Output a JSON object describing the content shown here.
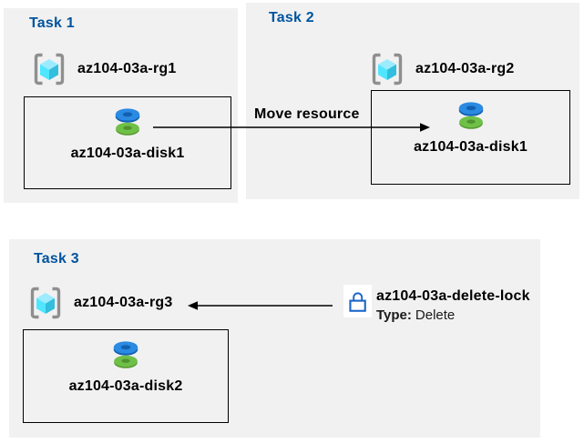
{
  "tasks": [
    {
      "title": "Task 1",
      "resource_group": "az104-03a-rg1",
      "resource": "az104-03a-disk1"
    },
    {
      "title": "Task 2",
      "resource_group": "az104-03a-rg2",
      "resource": "az104-03a-disk1"
    },
    {
      "title": "Task 3",
      "resource_group": "az104-03a-rg3",
      "resource": "az104-03a-disk2"
    }
  ],
  "move_arrow": {
    "label": "Move resource"
  },
  "lock": {
    "name": "az104-03a-delete-lock",
    "type_label": "Type:",
    "type_value": "Delete"
  },
  "icons": {
    "resource_group": "azure-resource-group-icon",
    "disk": "azure-disk-icon",
    "lock": "lock-icon",
    "arrowhead": "arrowhead-icon"
  },
  "colors": {
    "panel_bg": "#f1f1f1",
    "task_title_blue": "#00549e",
    "box_border": "#000000",
    "arrow": "#000000",
    "bracket_gray": "#8f8f8f",
    "cube_light": "#9cebff",
    "cube_mid": "#50e6ff",
    "cube_dark": "#32bedd",
    "disk_blue": "#2b8ae2",
    "disk_blue_dark": "#1263b2",
    "disk_green": "#6fc047",
    "disk_green_dark": "#549b31",
    "lock_blue": "#1b66c8",
    "lock_bg": "#ffffff"
  }
}
